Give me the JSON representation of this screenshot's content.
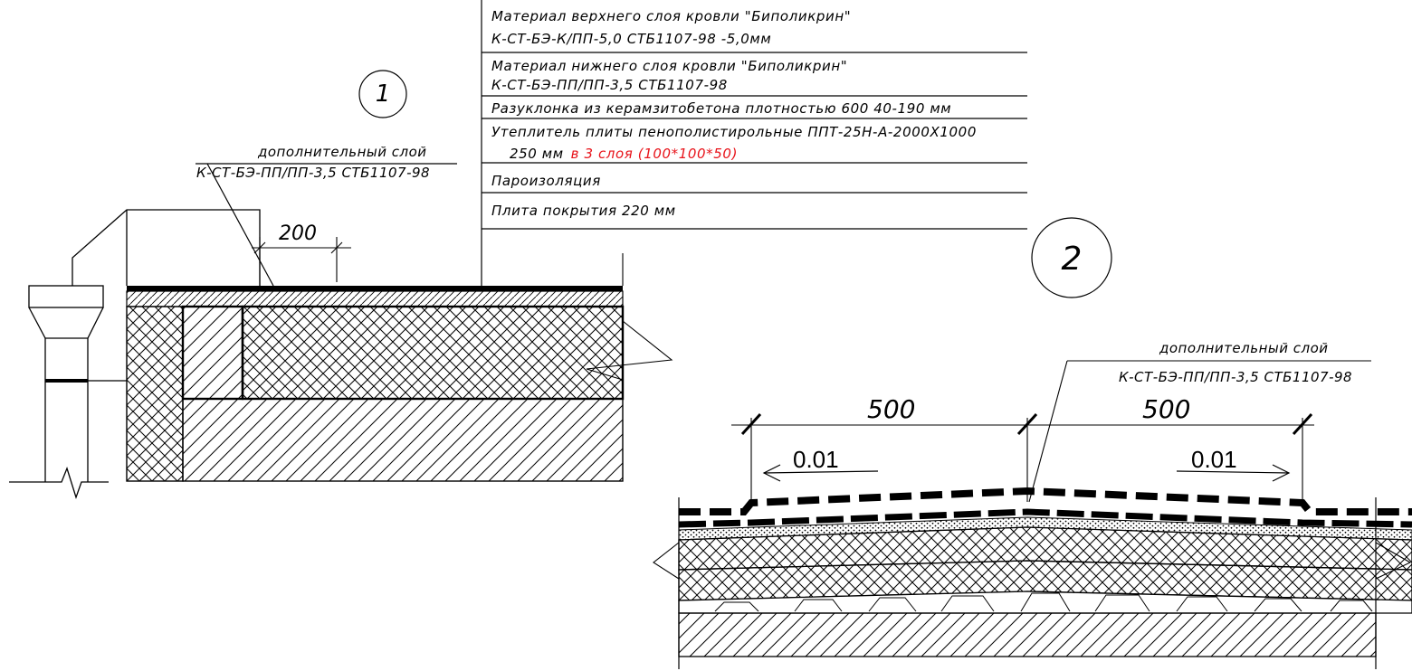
{
  "spec_table": {
    "rows": [
      {
        "line1": "Материал верхнего слоя кровли \"Биполикрин\"",
        "line2": "К-СТ-БЭ-К/ПП-5,0 СТБ1107-98  -5,0мм"
      },
      {
        "line1": "Материал нижнего слоя кровли \"Биполикрин\"",
        "line2": "К-СТ-БЭ-ПП/ПП-3,5  СТБ1107-98"
      },
      {
        "line1": "Разуклонка из  керамзитобетона плотностью 600 40-190 мм"
      },
      {
        "line1": "Утеплитель плиты пенополистирольные  ППТ-25Н-А-2000Х1000",
        "line2_prefix": "250 мм",
        "line2_red": "в 3 слоя (100*100*50)"
      },
      {
        "line1": "Пароизоляция"
      },
      {
        "line1": "Плита покрытия 220 мм"
      }
    ]
  },
  "detail1": {
    "callout": "1",
    "note_line1": "дополнительный слой",
    "note_line2": "К-СТ-БЭ-ПП/ПП-3,5 СТБ1107-98",
    "dimension": "200"
  },
  "detail2": {
    "callout": "2",
    "note_line1": "дополнительный слой",
    "note_line2": "К-СТ-БЭ-ПП/ПП-3,5 СТБ1107-98",
    "dim_left": "500",
    "dim_right": "500",
    "slope_left": "0.01",
    "slope_right": "0.01"
  },
  "colors": {
    "line": "#000000",
    "highlight": "#e8141b"
  }
}
